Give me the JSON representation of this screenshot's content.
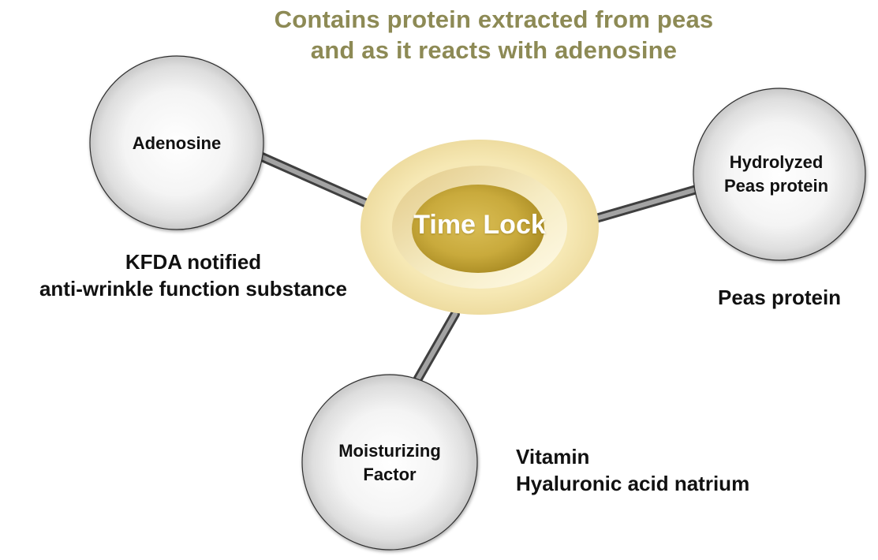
{
  "title": {
    "line1": "Contains protein extracted from peas",
    "line2": "and as it reacts with adenosine"
  },
  "center": {
    "label": "Time Lock"
  },
  "nodes": {
    "adenosine": {
      "label": "Adenosine"
    },
    "peas": {
      "line1": "Hydrolyzed",
      "line2": "Peas protein"
    },
    "moisture": {
      "line1": "Moisturizing",
      "line2": "Factor"
    }
  },
  "notes": {
    "adenosine": {
      "line1": "KFDA notified",
      "line2": "anti-wrinkle function substance"
    },
    "peas": {
      "line1": "Peas protein"
    },
    "moisture": {
      "line1": "Vitamin",
      "line2": "Hyaluronic acid natrium"
    }
  },
  "colors": {
    "title": "#8d8a55",
    "center_core": "#c9aa3c",
    "connector": "#8a8a8a"
  }
}
